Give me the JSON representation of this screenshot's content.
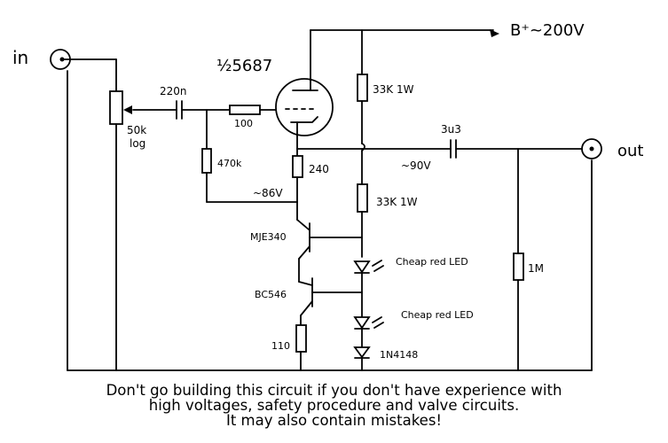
{
  "labels": {
    "input": "in",
    "output": "out",
    "supply": "B⁺~200V",
    "valve": "½5687",
    "pot": "50k",
    "pot_taper": "log",
    "cap_in": "220n",
    "grid_stopper": "100",
    "grid_leak": "470k",
    "cathode_res": "240",
    "cathode_voltage": "~86V",
    "anode_res": "33K 1W",
    "anode_voltage": "~90V",
    "cap_out": "3u3",
    "current_res": "33K 1W",
    "transistor_top": "MJE340",
    "transistor_bottom": "BC546",
    "led1": "Cheap red LED",
    "led2": "Cheap red LED",
    "diode": "1N4148",
    "emitter_res": "110",
    "output_res": "1M"
  },
  "warning": {
    "line1": "Don't go building this circuit if you don't have experience with",
    "line2": "high voltages, safety procedure and valve circuits.",
    "line3": "It may also contain mistakes!"
  }
}
